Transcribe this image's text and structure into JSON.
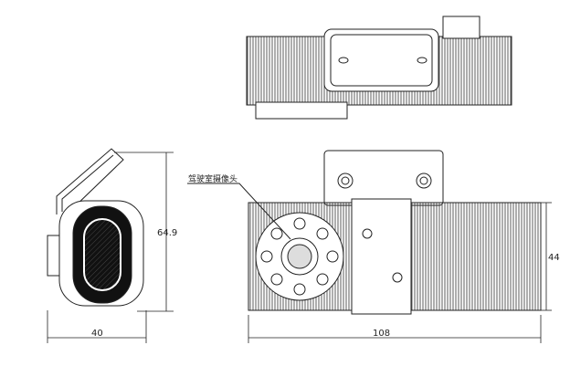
{
  "drawing": {
    "callout_label": "驾驶室摄像头",
    "dimensions": {
      "side_height": "64.9",
      "side_width": "40",
      "front_width": "108",
      "front_height": "44"
    }
  },
  "colors": {
    "line": "#222222",
    "dark_fill": "#111111"
  }
}
